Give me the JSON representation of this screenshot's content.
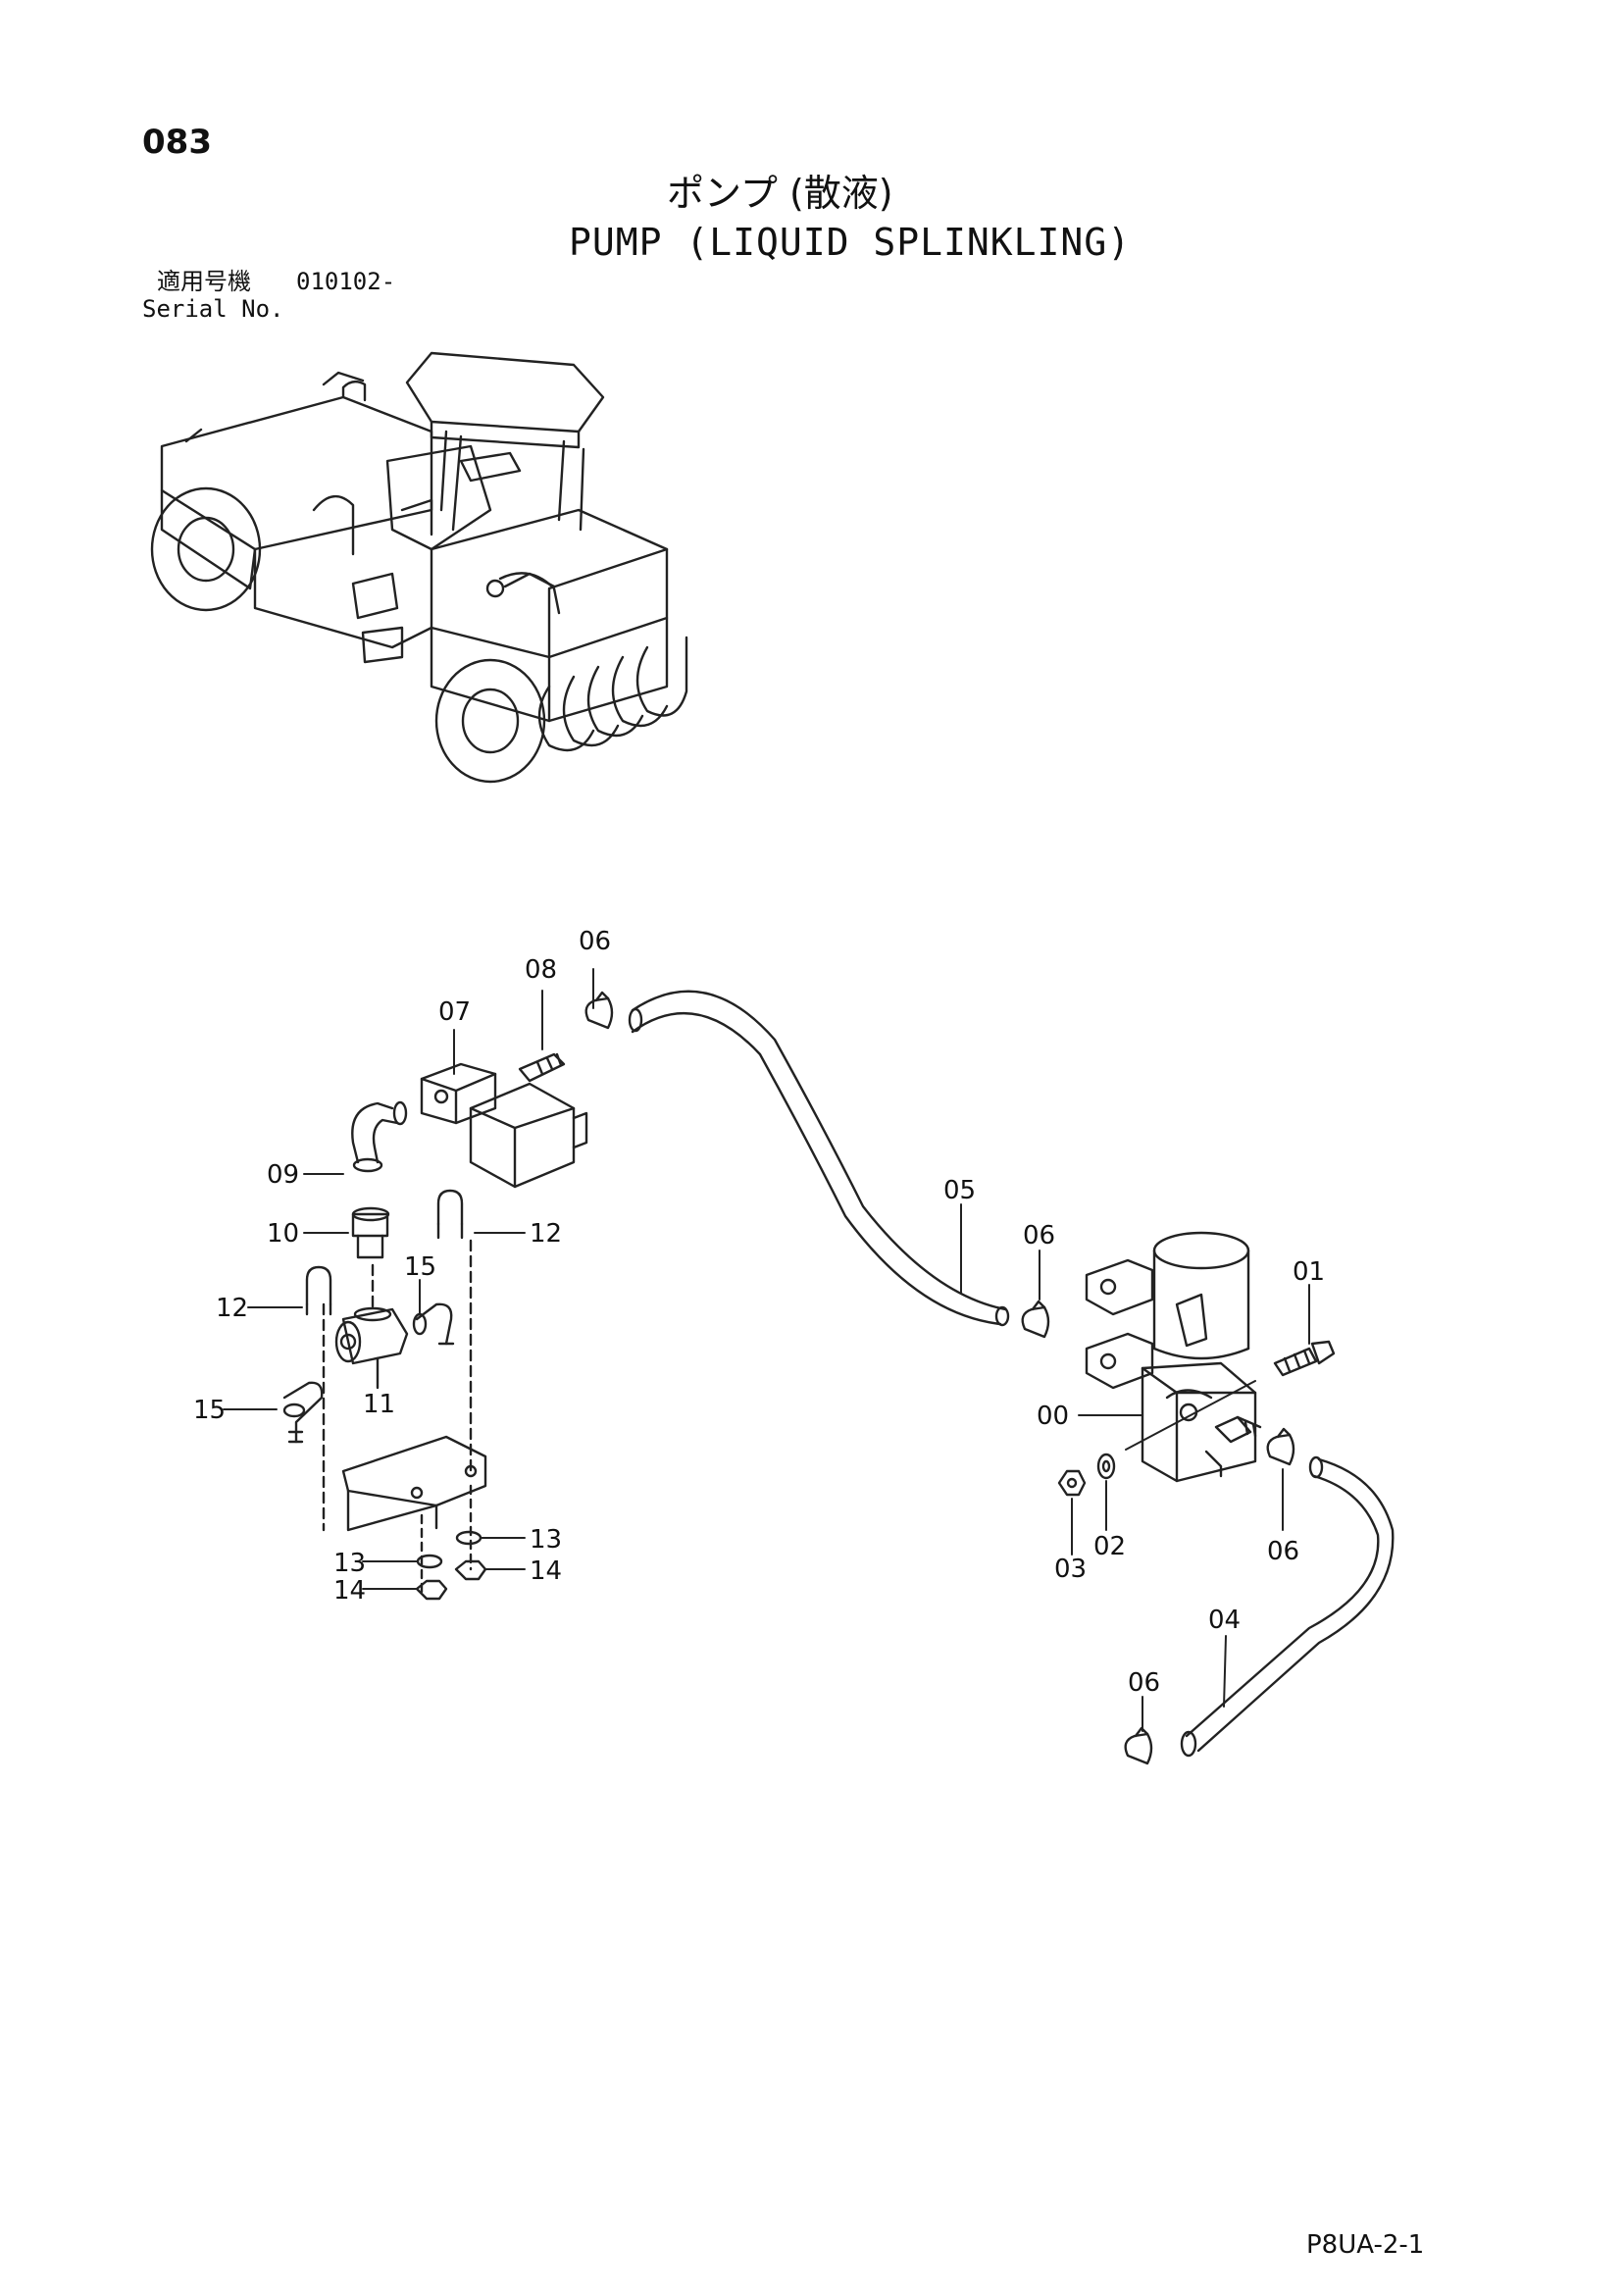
{
  "header": {
    "page_number": "083",
    "title_jp": "ポンプ (散液)",
    "title_en": "PUMP (LIQUID SPLINKLING)",
    "serial_label_jp": "適用号機",
    "serial_value": "010102-",
    "serial_label_en": "Serial No."
  },
  "callouts": {
    "c00": "00",
    "c01": "01",
    "c02": "02",
    "c03": "03",
    "c04": "04",
    "c05": "05",
    "c06a": "06",
    "c06b": "06",
    "c06c": "06",
    "c06d": "06",
    "c07": "07",
    "c08": "08",
    "c09": "09",
    "c10": "10",
    "c11": "11",
    "c12a": "12",
    "c12b": "12",
    "c13a": "13",
    "c13b": "13",
    "c14a": "14",
    "c14b": "14",
    "c15a": "15",
    "c15b": "15"
  },
  "footer": {
    "code": "P8UA-2-1"
  }
}
